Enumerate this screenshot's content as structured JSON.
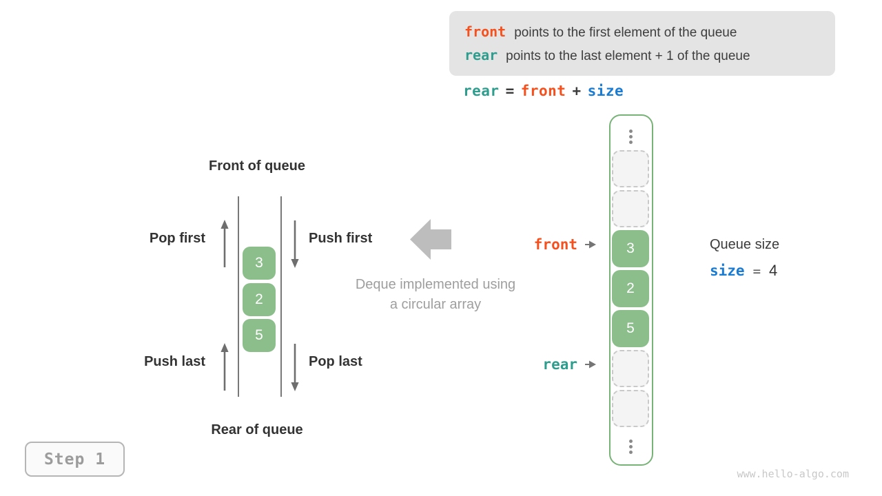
{
  "colors": {
    "front_orange": "#f4511e",
    "rear_teal": "#2e9d8e",
    "size_blue": "#1a7bd3",
    "cell_green": "#8cbe8c",
    "array_border_green": "#77b277",
    "info_box_bg": "#e4e4e4",
    "muted_gray": "#9e9e9e"
  },
  "info_box": {
    "lines": [
      {
        "keyword": "front",
        "text": "points to the first element of the queue"
      },
      {
        "keyword": "rear",
        "text": "points to the last element + 1 of the queue"
      }
    ]
  },
  "formula": {
    "tokens": [
      {
        "text": "rear",
        "color": "teal"
      },
      {
        "text": "=",
        "color": "dark"
      },
      {
        "text": "front",
        "color": "orange"
      },
      {
        "text": "+",
        "color": "dark"
      },
      {
        "text": "size",
        "color": "blue"
      }
    ]
  },
  "deque": {
    "front_label": "Front of queue",
    "rear_label": "Rear of queue",
    "pop_first": "Pop first",
    "push_first": "Push first",
    "push_last": "Push last",
    "pop_last": "Pop last",
    "values": [
      "3",
      "2",
      "5"
    ]
  },
  "center_caption": {
    "line1": "Deque implemented using",
    "line2": "a circular array"
  },
  "array": {
    "cells": [
      {
        "type": "dots"
      },
      {
        "type": "empty"
      },
      {
        "type": "empty"
      },
      {
        "type": "filled",
        "value": "3"
      },
      {
        "type": "filled",
        "value": "2"
      },
      {
        "type": "filled",
        "value": "5"
      },
      {
        "type": "empty"
      },
      {
        "type": "empty"
      },
      {
        "type": "dots"
      }
    ],
    "front_pointer": "front",
    "rear_pointer": "rear"
  },
  "queue_size": {
    "label": "Queue size",
    "variable": "size",
    "equals": "=",
    "value": "4"
  },
  "step": {
    "label": "Step 1"
  },
  "watermark": "www.hello-algo.com"
}
